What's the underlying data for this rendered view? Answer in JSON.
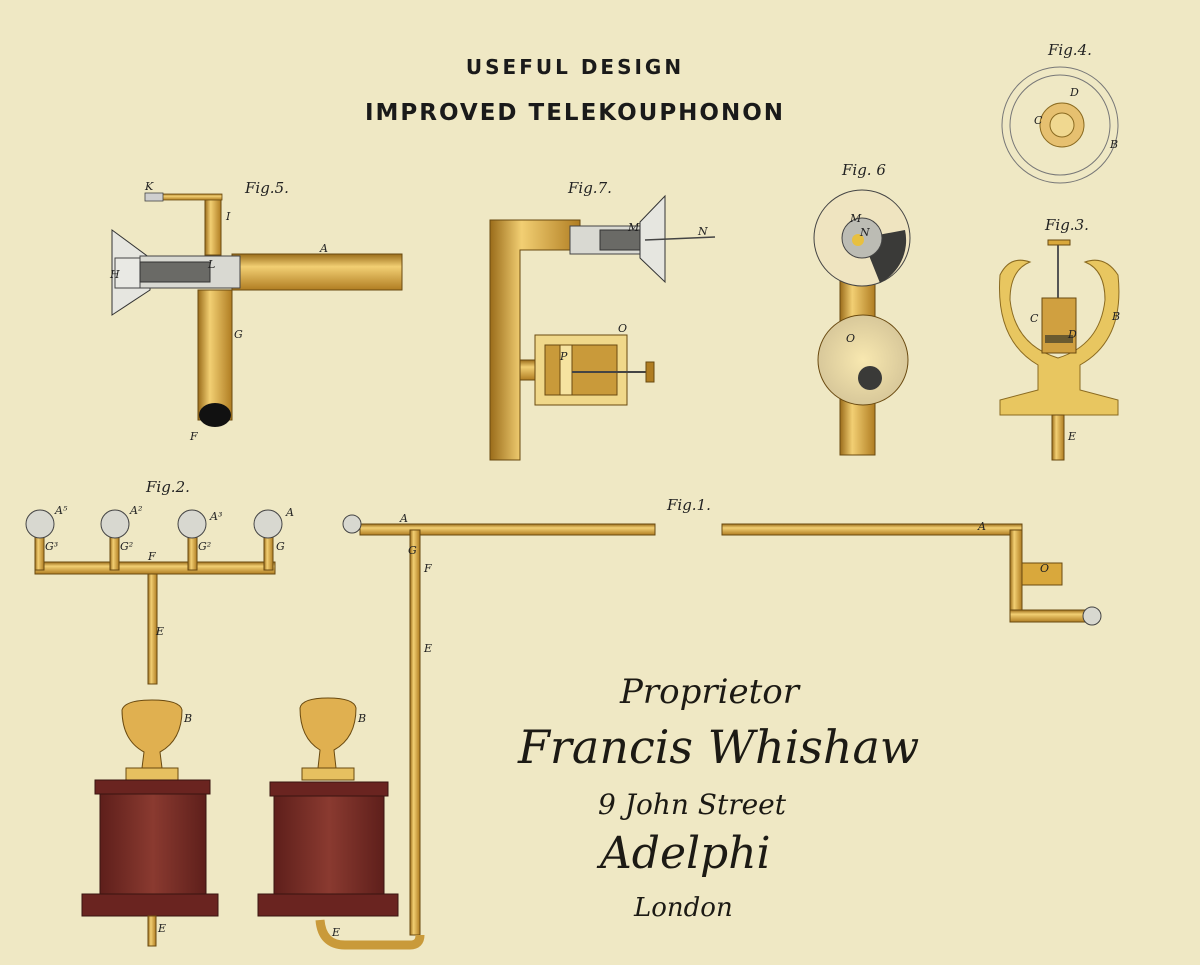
{
  "heading": {
    "line1": "USEFUL DESIGN",
    "line2": "IMPROVED TELEKOUPHONON"
  },
  "figures": {
    "fig1": "Fig.1.",
    "fig2": "Fig.2.",
    "fig3": "Fig.3.",
    "fig4": "Fig.4.",
    "fig5": "Fig.5.",
    "fig6": "Fig. 6",
    "fig7": "Fig.7."
  },
  "letters": {
    "A": "A",
    "B": "B",
    "C": "C",
    "D": "D",
    "E": "E",
    "F": "F",
    "G": "G",
    "H": "H",
    "I": "I",
    "K": "K",
    "L": "L",
    "M": "M",
    "N": "N",
    "O": "O",
    "P": "P",
    "A2": "A²",
    "A3": "A³",
    "A5": "A⁵",
    "G2": "G²",
    "G3": "G³"
  },
  "imprint": {
    "proprietor": "Proprietor",
    "name": "Francis Whishaw",
    "street": "9 John Street",
    "district": "Adelphi",
    "city": "London"
  },
  "colors": {
    "paper": "#efe8c4",
    "brass": "#d9a83c",
    "brass_dark": "#9a6c1a",
    "wood": "#7a2a25",
    "ink": "#1c1a14"
  }
}
